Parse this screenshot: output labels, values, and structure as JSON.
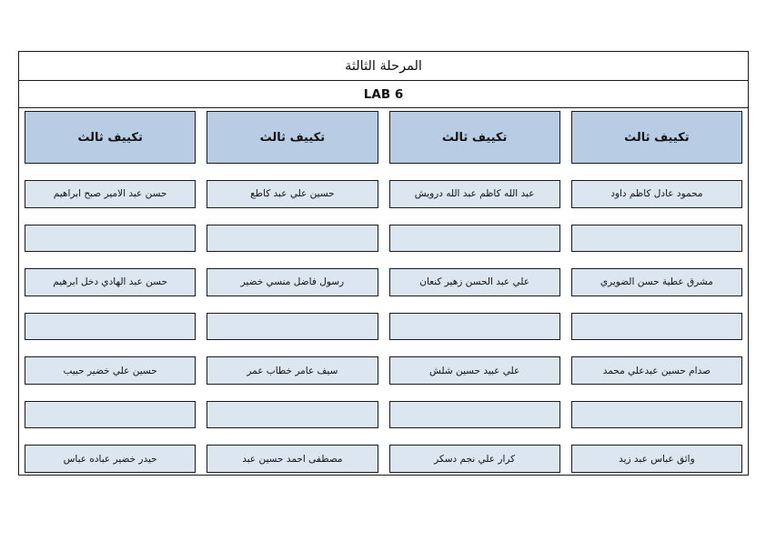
{
  "document": {
    "title": "المرحلة الثالثة",
    "lab_label": "LAB 6"
  },
  "colors": {
    "header_fill": "#b8cce4",
    "cell_fill": "#dce6f1",
    "border": "#1a1a1a",
    "page_background": "#ffffff"
  },
  "columns": [
    {
      "header": "تكييف ثالث",
      "cells": [
        "محمود عادل كاظم داود",
        "",
        "مشرق عطية حسن الضويري",
        "",
        "صدام حسين عبدعلي محمد",
        "",
        "وائق عباس عبد زيد"
      ]
    },
    {
      "header": "تكييف ثالث",
      "cells": [
        "عبد الله كاظم عبد الله درويش",
        "",
        "علي عبد الحسن زهير كنعان",
        "",
        "علي عبيد حسين شلش",
        "",
        "كرار علي نجم دسكر"
      ]
    },
    {
      "header": "تكييف ثالث",
      "cells": [
        "حسين علي عبد كاطع",
        "",
        "رسول فاضل منسي خضير",
        "",
        "سيف عامر خطاب عمر",
        "",
        "مصطفى احمد حسين عبد"
      ]
    },
    {
      "header": "تكييف ثالث",
      "cells": [
        "حسن عبد الامير صبح ابراهيم",
        "",
        "حسن عبد الهادي دخل ابرهيم",
        "",
        "حسين علي خضير حبيب",
        "",
        "حيدر خضير عباده عباس"
      ]
    }
  ]
}
